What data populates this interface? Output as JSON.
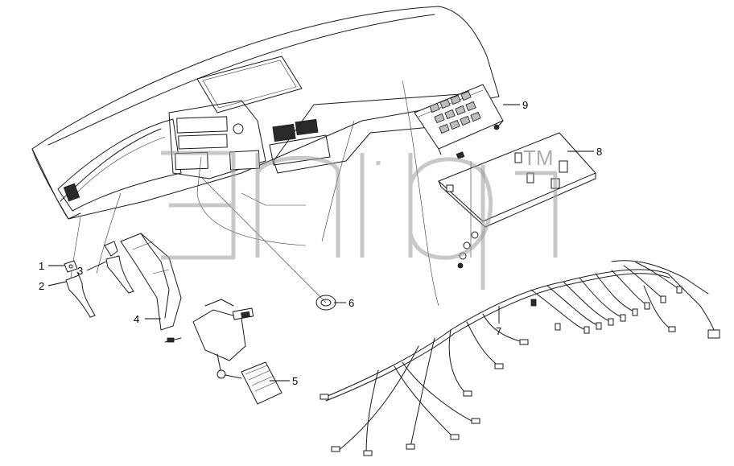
{
  "drawing": {
    "top_note": "",
    "callouts": [
      "1",
      "2",
      "3",
      "4",
      "5",
      "6",
      "7",
      "8",
      "9"
    ]
  },
  "watermark": {
    "trademark": "TM"
  }
}
